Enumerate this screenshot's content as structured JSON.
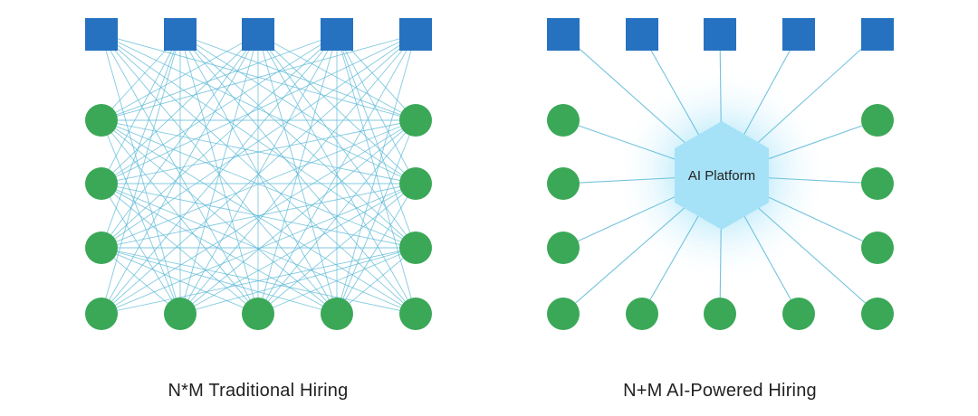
{
  "panels": {
    "left": {
      "caption": "N*M Traditional Hiring"
    },
    "right": {
      "caption": "N+M AI-Powered Hiring",
      "hub_label": "AI Platform"
    }
  },
  "colors": {
    "square": "#2672c0",
    "circle": "#3aa857",
    "link": "#5ab8d6",
    "hub_fill": "#a6e2f7",
    "hub_glow": "#8fd9f3",
    "caption_text": "#222222"
  }
}
